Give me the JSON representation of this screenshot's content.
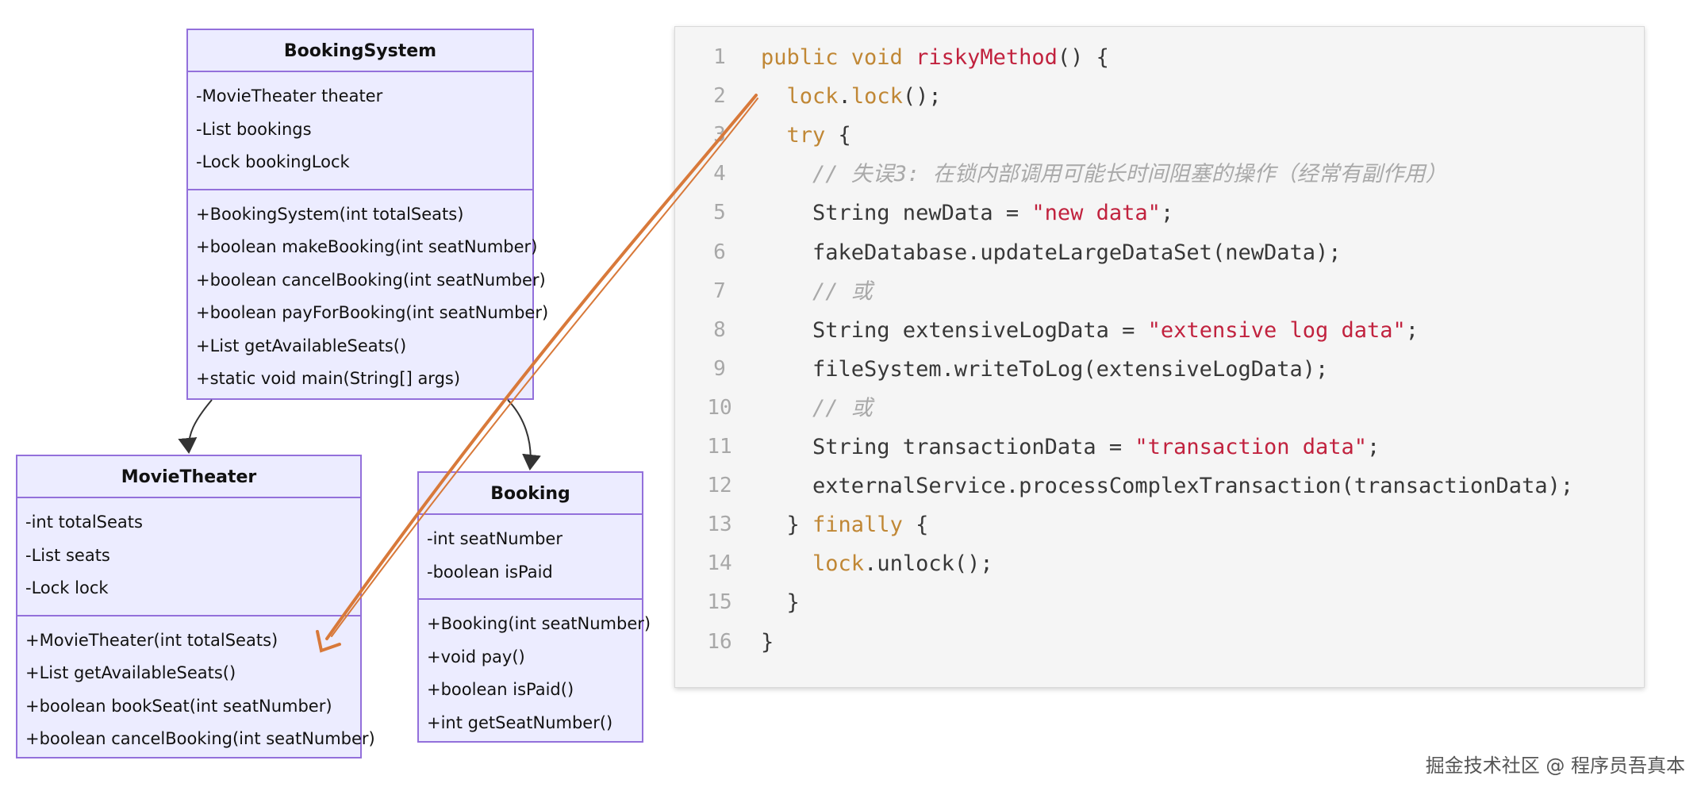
{
  "classes": {
    "booking_system": {
      "name": "BookingSystem",
      "fields": [
        "-MovieTheater theater",
        "-List bookings",
        "-Lock bookingLock"
      ],
      "methods": [
        "+BookingSystem(int totalSeats)",
        "+boolean makeBooking(int seatNumber)",
        "+boolean cancelBooking(int seatNumber)",
        "+boolean payForBooking(int seatNumber)",
        "+List getAvailableSeats()",
        "+static void main(String[] args)"
      ]
    },
    "movie_theater": {
      "name": "MovieTheater",
      "fields": [
        "-int totalSeats",
        "-List seats",
        "-Lock lock"
      ],
      "methods": [
        "+MovieTheater(int totalSeats)",
        "+List getAvailableSeats()",
        "+boolean bookSeat(int seatNumber)",
        "+boolean cancelBooking(int seatNumber)"
      ]
    },
    "booking": {
      "name": "Booking",
      "fields": [
        "-int seatNumber",
        "-boolean isPaid"
      ],
      "methods": [
        "+Booking(int seatNumber)",
        "+void pay()",
        "+boolean isPaid()",
        "+int getSeatNumber()"
      ]
    }
  },
  "relations": [
    {
      "from": "BookingSystem",
      "to": "MovieTheater"
    },
    {
      "from": "BookingSystem",
      "to": "Booking"
    }
  ],
  "code": {
    "lines": [
      {
        "n": "1",
        "tokens": [
          {
            "t": "public void ",
            "c": "kw"
          },
          {
            "t": "riskyMethod",
            "c": "fn"
          },
          {
            "t": "() {",
            "c": ""
          }
        ]
      },
      {
        "n": "2",
        "tokens": [
          {
            "t": "  ",
            "c": ""
          },
          {
            "t": "lock",
            "c": "obj"
          },
          {
            "t": ".",
            "c": ""
          },
          {
            "t": "lock",
            "c": "obj"
          },
          {
            "t": "();",
            "c": ""
          }
        ]
      },
      {
        "n": "3",
        "tokens": [
          {
            "t": "  ",
            "c": ""
          },
          {
            "t": "try",
            "c": "kw"
          },
          {
            "t": " {",
            "c": ""
          }
        ]
      },
      {
        "n": "4",
        "tokens": [
          {
            "t": "    ",
            "c": ""
          },
          {
            "t": "// 失误3: 在锁内部调用可能长时间阻塞的操作（经常有副作用）",
            "c": "cm"
          }
        ]
      },
      {
        "n": "5",
        "tokens": [
          {
            "t": "    String newData = ",
            "c": ""
          },
          {
            "t": "\"new data\"",
            "c": "str"
          },
          {
            "t": ";",
            "c": ""
          }
        ]
      },
      {
        "n": "6",
        "tokens": [
          {
            "t": "    fakeDatabase.updateLargeDataSet(newData);",
            "c": ""
          }
        ]
      },
      {
        "n": "7",
        "tokens": [
          {
            "t": "    ",
            "c": ""
          },
          {
            "t": "// 或",
            "c": "cm"
          }
        ]
      },
      {
        "n": "8",
        "tokens": [
          {
            "t": "    String extensiveLogData = ",
            "c": ""
          },
          {
            "t": "\"extensive log data\"",
            "c": "str"
          },
          {
            "t": ";",
            "c": ""
          }
        ]
      },
      {
        "n": "9",
        "tokens": [
          {
            "t": "    fileSystem.writeToLog(extensiveLogData);",
            "c": ""
          }
        ]
      },
      {
        "n": "10",
        "tokens": [
          {
            "t": "    ",
            "c": ""
          },
          {
            "t": "// 或",
            "c": "cm"
          }
        ]
      },
      {
        "n": "11",
        "tokens": [
          {
            "t": "    String transactionData = ",
            "c": ""
          },
          {
            "t": "\"transaction data\"",
            "c": "str"
          },
          {
            "t": ";",
            "c": ""
          }
        ]
      },
      {
        "n": "12",
        "tokens": [
          {
            "t": "    externalService.processComplexTransaction(transactionData);",
            "c": ""
          }
        ]
      },
      {
        "n": "13",
        "tokens": [
          {
            "t": "  } ",
            "c": ""
          },
          {
            "t": "finally",
            "c": "kw"
          },
          {
            "t": " {",
            "c": ""
          }
        ]
      },
      {
        "n": "14",
        "tokens": [
          {
            "t": "    ",
            "c": ""
          },
          {
            "t": "lock",
            "c": "obj"
          },
          {
            "t": ".unlock();",
            "c": ""
          }
        ]
      },
      {
        "n": "15",
        "tokens": [
          {
            "t": "  }",
            "c": ""
          }
        ]
      },
      {
        "n": "16",
        "tokens": [
          {
            "t": "}",
            "c": ""
          }
        ]
      }
    ]
  },
  "annotation": {
    "arrow_color": "#d8793a"
  },
  "watermark": "掘金技术社区 @ 程序员吾真本"
}
